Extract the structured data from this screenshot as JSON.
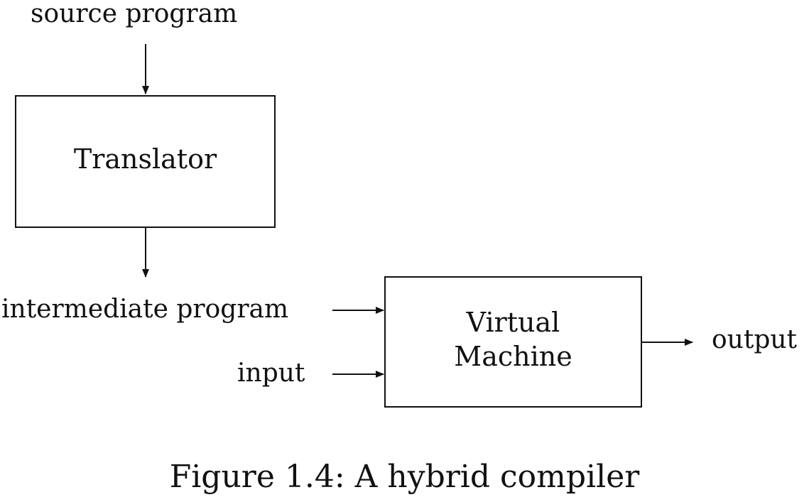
{
  "diagram": {
    "source_label": "source program",
    "translator_label": "Translator",
    "intermediate_label": "intermediate program",
    "input_label": "input",
    "vm_label_line1": "Virtual",
    "vm_label_line2": "Machine",
    "output_label": "output"
  },
  "caption": "Figure 1.4: A hybrid compiler"
}
